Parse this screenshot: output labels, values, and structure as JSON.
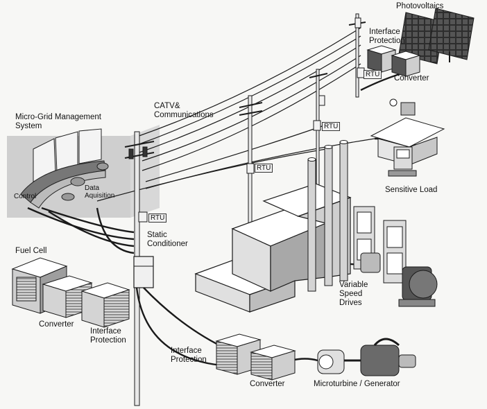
{
  "labels": {
    "photovoltaics": "Photovoltaics",
    "pv_interface_protection": [
      "Interface",
      "Protection"
    ],
    "pv_converter": "Converter",
    "pv_rtu": "RTU",
    "catv": [
      "CATV&",
      "Communications"
    ],
    "mgms": [
      "Micro-Grid Management",
      "System"
    ],
    "control": "Control",
    "data_acquisition": [
      "Data",
      "Aquisition"
    ],
    "rtu_mid": "RTU",
    "rtu_right": "RTU",
    "rtu_left": "RTU",
    "sensitive_load": "Sensitive Load",
    "static_conditioner": [
      "Static",
      "Conditioner"
    ],
    "fuel_cell": "Fuel Cell",
    "fc_converter": "Converter",
    "fc_interface_protection": [
      "Interface",
      "Protection"
    ],
    "variable_speed_drives": [
      "Variable",
      "Speed",
      "Drives"
    ],
    "mt_interface_protection": [
      "Interface",
      "Protection"
    ],
    "mt_converter": "Converter",
    "microturbine": "Microturbine / Generator"
  },
  "colors": {
    "ink": "#1a1a1a",
    "panel_shade": "#c9c9c9",
    "box_dark": "#3a3a3a",
    "box_light": "#e6e6e6"
  }
}
